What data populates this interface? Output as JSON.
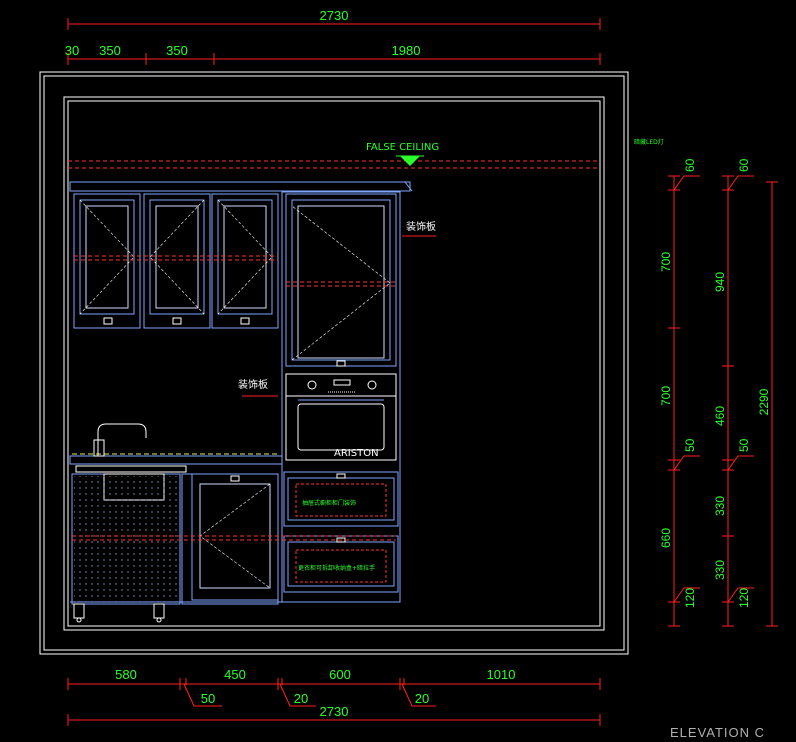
{
  "top_dims": {
    "total": "2730",
    "seg1": "30",
    "seg2": "350",
    "seg3": "350",
    "seg4": "1980"
  },
  "bottom_dims": {
    "seg1": "580",
    "seg2": "450",
    "seg3": "600",
    "seg4": "1010",
    "gap1": "50",
    "gap2": "20",
    "gap3": "20",
    "total": "2730"
  },
  "right_dims_a": {
    "d1": "60",
    "d2": "700",
    "d3": "700",
    "d4": "50",
    "d5": "660",
    "d6": "120"
  },
  "right_dims_b": {
    "d1": "60",
    "d2": "940",
    "d3": "460",
    "d4": "50",
    "d5": "330",
    "d6": "330",
    "d7": "120"
  },
  "right_dims_total": "2290",
  "annotations": {
    "false_ceiling": "FALSE CEILING",
    "led_note": "暗藏LED灯",
    "panel_top": "装饰板",
    "panel_mid": "装饰板",
    "drawer1": "抽屉式橱柜柜门装饰",
    "drawer2": "更衣柜可拆卸收纳盒+暗拉手",
    "brand": "ARISTON"
  },
  "view_title": "ELEVATION C",
  "colors": {
    "dimension": "#ff2020",
    "text": "#2bff2b",
    "cabinet": "#7ea6ff",
    "wall": "#ffffff",
    "hidden": "#ff3030"
  }
}
